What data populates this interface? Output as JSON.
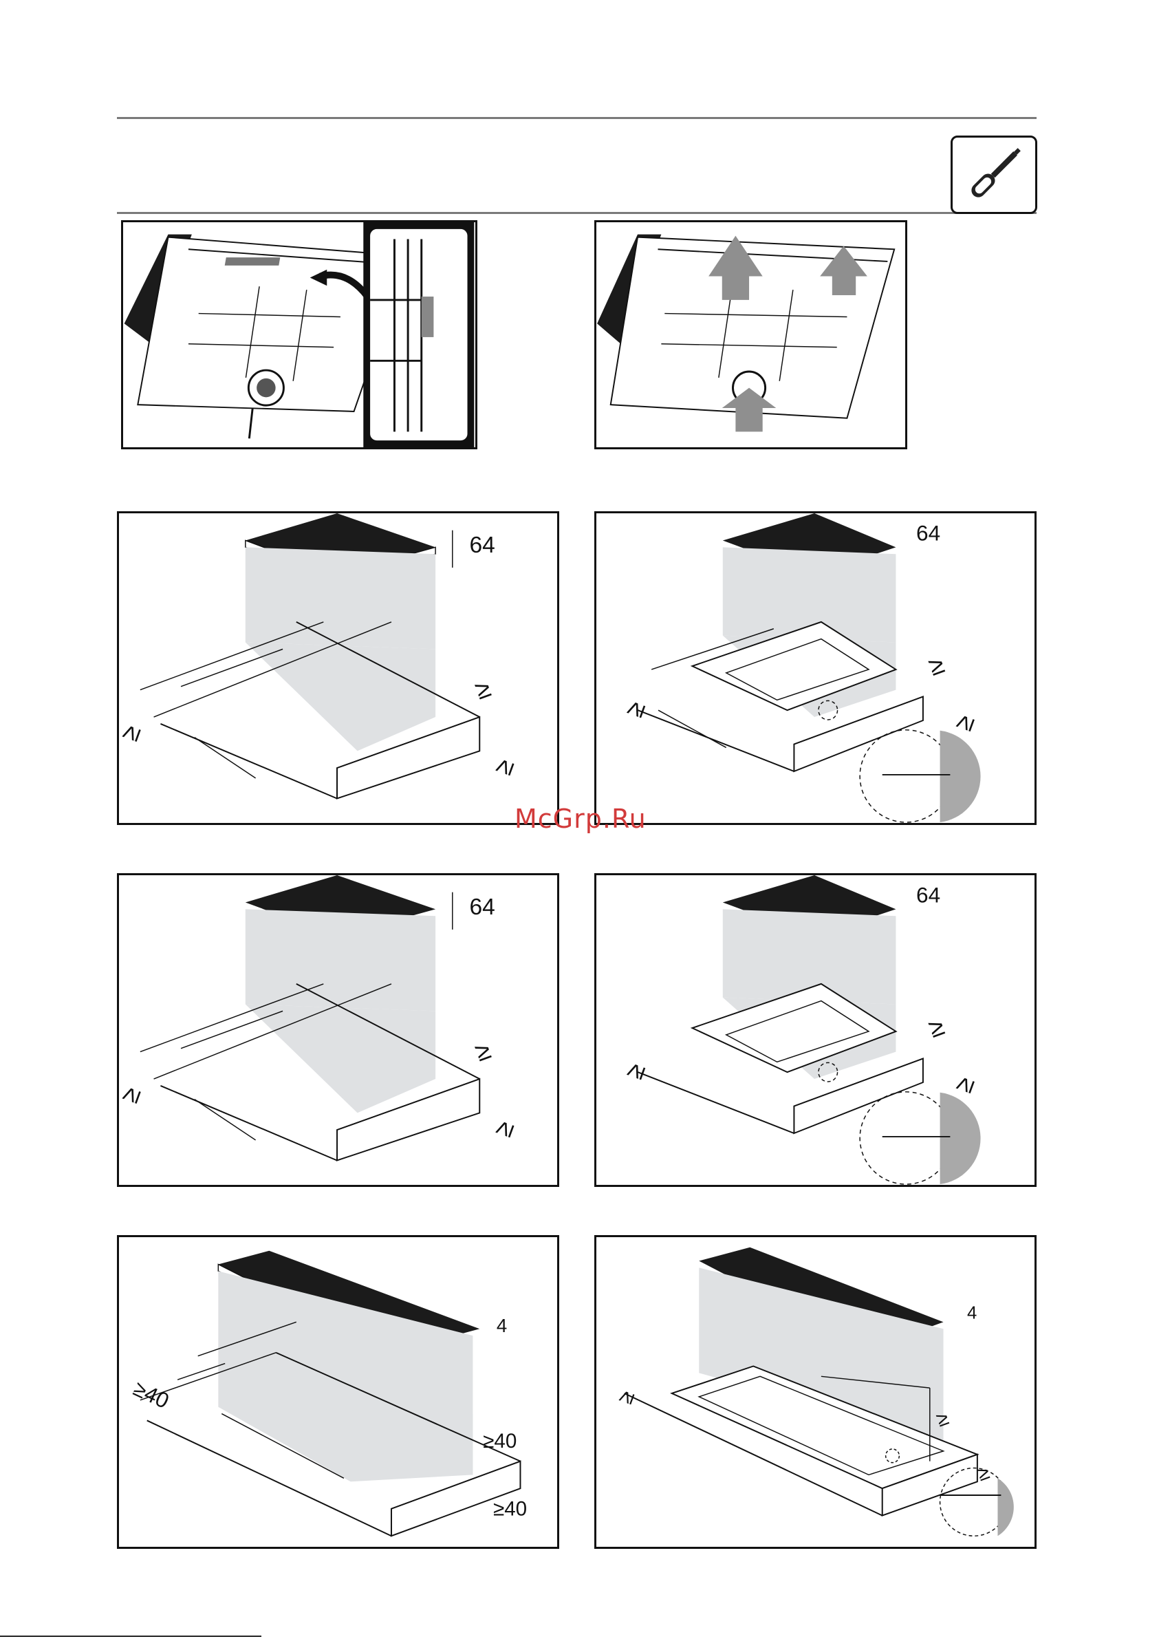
{
  "watermark": {
    "text": "McGrp.Ru"
  },
  "icon": {
    "name": "screwdriver-icon"
  },
  "panels": {
    "row2_left": {
      "height_dim": "64",
      "ge_left": "≥",
      "ge_right1": "≥",
      "ge_right2": "≥"
    },
    "row2_right": {
      "height_dim": "64",
      "ge_left": "≥",
      "ge_right1": "≥",
      "ge_right2": "≥"
    },
    "row3_left": {
      "height_dim": "64",
      "ge_left": "≥",
      "ge_right1": "≥",
      "ge_right2": "≥"
    },
    "row3_right": {
      "height_dim": "64",
      "ge_left": "≥",
      "ge_right1": "≥",
      "ge_right2": "≥"
    },
    "row4_left": {
      "height_dim": "4",
      "dim_left": "≥40",
      "dim_right1": "≥40",
      "dim_right2": "≥40"
    },
    "row4_right": {
      "height_dim": "4",
      "ge_left": "≥",
      "ge_right1": "≥",
      "ge_right2": "≥"
    }
  },
  "colors": {
    "frame": "#111111",
    "rule": "#7a7a7a",
    "cutout": "#dfe1e3",
    "hob": "#1b1b1b",
    "watermark": "#d23b3b"
  }
}
